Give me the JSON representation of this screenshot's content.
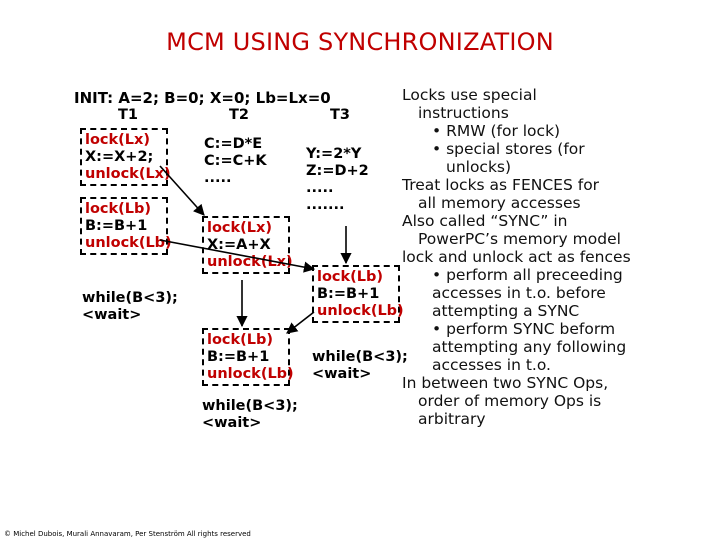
{
  "title": "MCM USING SYNCHRONIZATION",
  "init_line": "INIT: A=2; B=0; X=0; Lb=Lx=0",
  "threads": [
    "T1",
    "T2",
    "T3"
  ],
  "t1": {
    "block1": [
      "lock(Lx)",
      "X:=X+2;",
      "unlock(Lx)"
    ],
    "block2": [
      "lock(Lb)",
      "B:=B+1",
      "unlock(Lb)"
    ],
    "wait": [
      "while(B<3);",
      "<wait>"
    ]
  },
  "t2": {
    "pre": [
      "C:=D*E",
      "C:=C+K",
      "....."
    ],
    "block1": [
      "lock(Lx)",
      "X:=A+X",
      "unlock(Lx)"
    ],
    "block2": [
      "lock(Lb)",
      "B:=B+1",
      "unlock(Lb)"
    ],
    "wait": [
      "while(B<3);",
      "<wait>"
    ]
  },
  "t3": {
    "pre": [
      "Y:=2*Y",
      "Z:=D+2",
      ".....",
      "......."
    ],
    "block1": [
      "lock(Lb)",
      "B:=B+1",
      "unlock(Lb)"
    ],
    "wait": [
      "while(B<3);",
      "<wait>"
    ]
  },
  "notes": [
    {
      "text": "Locks use special",
      "indent": 0
    },
    {
      "text": "instructions",
      "indent": 1
    },
    {
      "text": "• RMW (for lock)",
      "indent": 2
    },
    {
      "text": "• special stores (for",
      "indent": 2
    },
    {
      "text": "unlocks)",
      "indent": 3
    },
    {
      "text": "Treat locks as FENCES for",
      "indent": 0
    },
    {
      "text": "all memory accesses",
      "indent": 1
    },
    {
      "text": "Also called “SYNC” in",
      "indent": 0
    },
    {
      "text": "PowerPC’s memory model",
      "indent": 1
    },
    {
      "text": "lock and unlock act as fences",
      "indent": 0
    },
    {
      "text": "• perform all preceeding",
      "indent": 2
    },
    {
      "text": "accesses in t.o. before",
      "indent": 2
    },
    {
      "text": "attempting a SYNC",
      "indent": 2
    },
    {
      "text": "• perform SYNC beform",
      "indent": 2
    },
    {
      "text": "attempting any following",
      "indent": 2
    },
    {
      "text": "accesses in t.o.",
      "indent": 2
    },
    {
      "text": "In between two SYNC Ops,",
      "indent": 0
    },
    {
      "text": "order of memory Ops is",
      "indent": 1
    },
    {
      "text": "arbitrary",
      "indent": 1
    }
  ],
  "footer": "© Michel Dubois, Murali Annavaram, Per Stenström All rights reserved",
  "colors": {
    "title": "#c00000",
    "lock_text": "#c00000",
    "text": "#000000"
  }
}
